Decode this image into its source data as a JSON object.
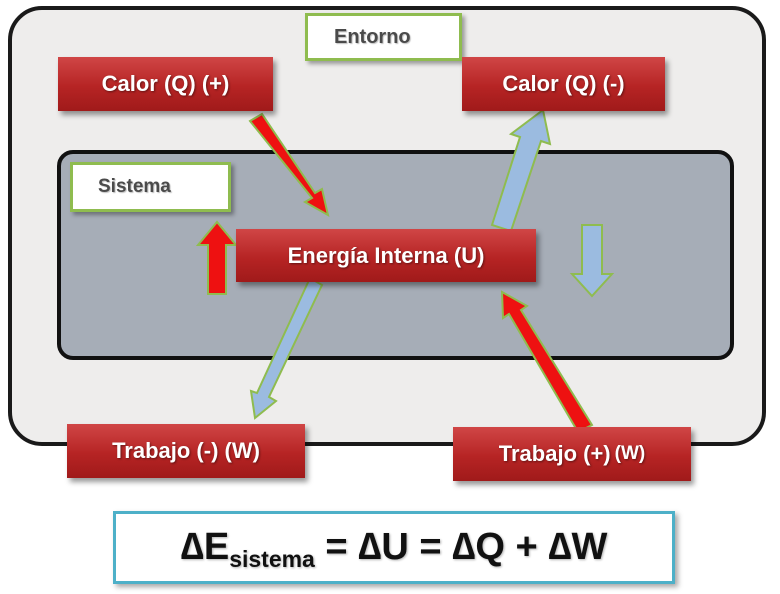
{
  "entorno": {
    "label": "Entorno"
  },
  "sistema": {
    "label": "Sistema"
  },
  "nodes": {
    "calor_in": "Calor (Q) (+)",
    "calor_out": "Calor (Q) (-)",
    "energia": "Energía Interna (U)",
    "trabajo_out": "Trabajo (-) (W)",
    "trabajo_in_main": "Trabajo (+)",
    "trabajo_in_unit": "(W)"
  },
  "equation": {
    "lhs_symbol": "∆E",
    "lhs_sub": "sistema",
    "rhs": " = ∆U = ∆Q + ∆W"
  },
  "colors": {
    "node_red": "#b62424",
    "increase_arrow": "#ee1111",
    "decrease_arrow": "#9bbbe0",
    "label_border": "#8fbc4f",
    "equation_border": "#4db0c8"
  }
}
